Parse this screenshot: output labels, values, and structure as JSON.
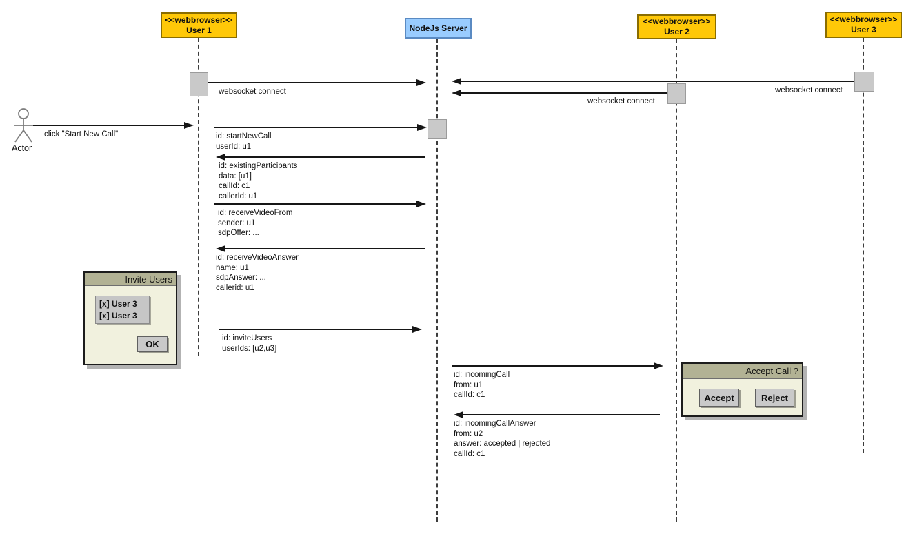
{
  "lifelines": {
    "user1": {
      "stereotype": "<<webbrowser>>",
      "name": "User 1"
    },
    "server": {
      "name": "NodeJs Server"
    },
    "user2": {
      "stereotype": "<<webbrowser>>",
      "name": "User 2"
    },
    "user3": {
      "stereotype": "<<webbrowser>>",
      "name": "User 3"
    }
  },
  "actor": {
    "label": "Actor"
  },
  "messages": {
    "websocket_u1": {
      "label": "websocket connect"
    },
    "websocket_u3": {
      "label": "websocket connect"
    },
    "websocket_u2": {
      "label": "websocket connect"
    },
    "click_start_call": {
      "label": "click \"Start New Call\""
    },
    "start_new_call": {
      "lines": [
        "id: startNewCall",
        "userId: u1"
      ]
    },
    "existing_participants": {
      "lines": [
        "id: existingParticipants",
        "data: [u1]",
        "callId: c1",
        "callerId: u1"
      ]
    },
    "receive_video_from": {
      "lines": [
        "id: receiveVideoFrom",
        "sender: u1",
        "sdpOffer: ..."
      ]
    },
    "receive_video_answer": {
      "lines": [
        "id: receiveVideoAnswer",
        "name: u1",
        "sdpAnswer: ...",
        "callerid: u1"
      ]
    },
    "invite_users": {
      "lines": [
        "id: inviteUsers",
        "userIds: [u2,u3]"
      ]
    },
    "incoming_call": {
      "lines": [
        "id: incomingCall",
        "from: u1",
        "callId: c1"
      ]
    },
    "incoming_call_answer": {
      "lines": [
        "id: incomingCallAnswer",
        "from: u2",
        "answer: accepted | rejected",
        "callId: c1"
      ]
    }
  },
  "popups": {
    "invite_users": {
      "title": "Invite Users",
      "items": [
        "[x] User 3",
        "[x] User 3"
      ],
      "ok_label": "OK"
    },
    "accept_call": {
      "title": "Accept Call ?",
      "accept_label": "Accept",
      "reject_label": "Reject"
    }
  },
  "colors": {
    "browser_header_fill": "#FFC808",
    "server_header_fill": "#99CCFF",
    "activation_fill": "#C9C9C9",
    "popup_title_fill": "#B2B294",
    "popup_body_fill": "#F1F1DE",
    "button_fill": "#C9C9C9"
  }
}
